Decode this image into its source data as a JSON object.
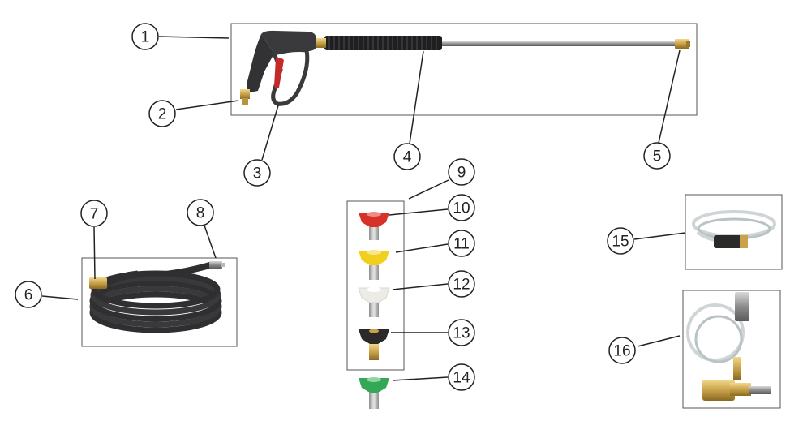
{
  "callouts": [
    {
      "id": "1",
      "label": "1"
    },
    {
      "id": "2",
      "label": "2"
    },
    {
      "id": "3",
      "label": "3"
    },
    {
      "id": "4",
      "label": "4"
    },
    {
      "id": "5",
      "label": "5"
    },
    {
      "id": "6",
      "label": "6"
    },
    {
      "id": "7",
      "label": "7"
    },
    {
      "id": "8",
      "label": "8"
    },
    {
      "id": "9",
      "label": "9"
    },
    {
      "id": "10",
      "label": "10"
    },
    {
      "id": "11",
      "label": "11"
    },
    {
      "id": "12",
      "label": "12"
    },
    {
      "id": "13",
      "label": "13"
    },
    {
      "id": "14",
      "label": "14"
    },
    {
      "id": "15",
      "label": "15"
    },
    {
      "id": "16",
      "label": "16"
    }
  ],
  "colors": {
    "nozzle_red": "#d8312a",
    "nozzle_yellow": "#f2cf1d",
    "nozzle_white": "#ecebe6",
    "nozzle_black": "#2b2a29",
    "nozzle_green": "#34a854",
    "brass": "#c9a24a",
    "gun_body": "#3a3a3c",
    "hose": "#2f2f31"
  }
}
